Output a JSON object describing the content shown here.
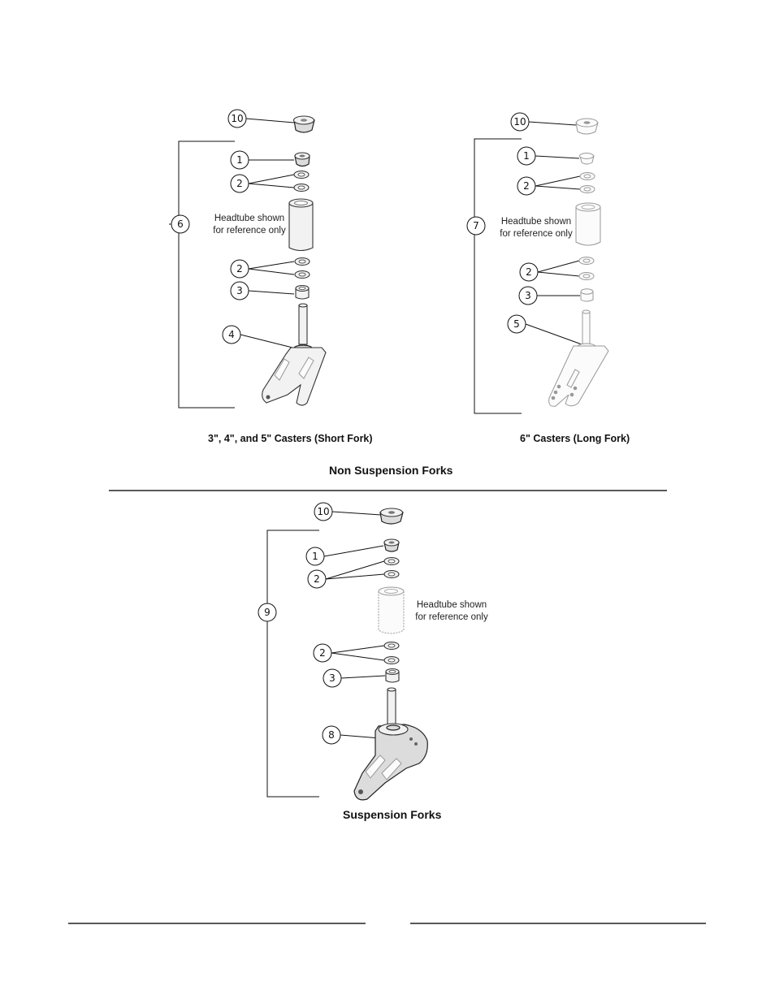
{
  "figures": {
    "short_fork": {
      "caption": "3\", 4\", and 5\" Casters (Short Fork)",
      "headtube_note": [
        "Headtube shown",
        "for reference only"
      ],
      "callouts": {
        "cap": "10",
        "nut": "1",
        "washers_top": "2",
        "assembly": "6",
        "washers_bottom": "2",
        "bearing": "3",
        "fork": "4"
      }
    },
    "long_fork": {
      "caption": "6\" Casters (Long Fork)",
      "headtube_note": [
        "Headtube shown",
        "for reference only"
      ],
      "callouts": {
        "cap": "10",
        "nut": "1",
        "washers_top": "2",
        "assembly": "7",
        "washers_bottom": "2",
        "bearing": "3",
        "fork": "5"
      }
    },
    "suspension_fork": {
      "caption": "Suspension Forks",
      "headtube_note": [
        "Headtube shown",
        "for reference only"
      ],
      "callouts": {
        "cap": "10",
        "nut": "1",
        "washers_top": "2",
        "assembly": "9",
        "washers_bottom": "2",
        "bearing": "3",
        "fork": "8"
      }
    }
  },
  "section_title_non_suspension": "Non Suspension Forks"
}
